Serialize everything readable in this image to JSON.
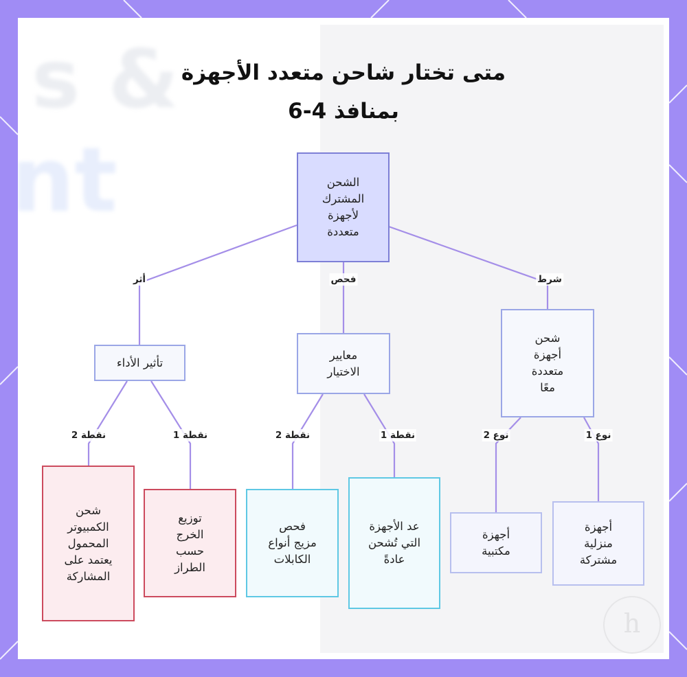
{
  "title": {
    "line1": "متى تختار شاحن متعدد الأجهزة",
    "line2": "بمنافذ 4-6"
  },
  "nodes": {
    "root": "الشحن\nالمشترك\nلأجهزة\nمتعددة",
    "condition": "شحن\nأجهزة\nمتعددة\nمعًا",
    "criteria": "معايير\nالاختيار",
    "impact": "تأثير الأداء",
    "home_devices": "أجهزة\nمنزلية\nمشتركة",
    "office_devices": "أجهزة\nمكتبية",
    "count_devices": "عد الأجهزة\nالتي تُشحن\nعادةً",
    "cable_mix": "فحص\nمزيج أنواع\nالكابلات",
    "output_dist": "توزيع\nالخرج\nحسب\nالطراز",
    "laptop_sharing": "شحن\nالكمبيوتر\nالمحمول\nيعتمد على\nالمشاركة"
  },
  "edges": {
    "condition": "شرط",
    "check": "فحص",
    "effect": "أثر",
    "type1": "نوع 1",
    "type2": "نوع 2",
    "point1_criteria": "نقطة 1",
    "point2_criteria": "نقطة 2",
    "point1_impact": "نقطة 1",
    "point2_impact": "نقطة 2"
  },
  "background": {
    "glyph_top": "s &",
    "glyph_mid": "nt"
  },
  "watermark": "h",
  "colors": {
    "frame": "#a08cf5",
    "edge": "#a48ee8",
    "root_fill": "#d9dcff",
    "cyan_border": "#5ec8e4",
    "red_border": "#cc4a5d"
  }
}
